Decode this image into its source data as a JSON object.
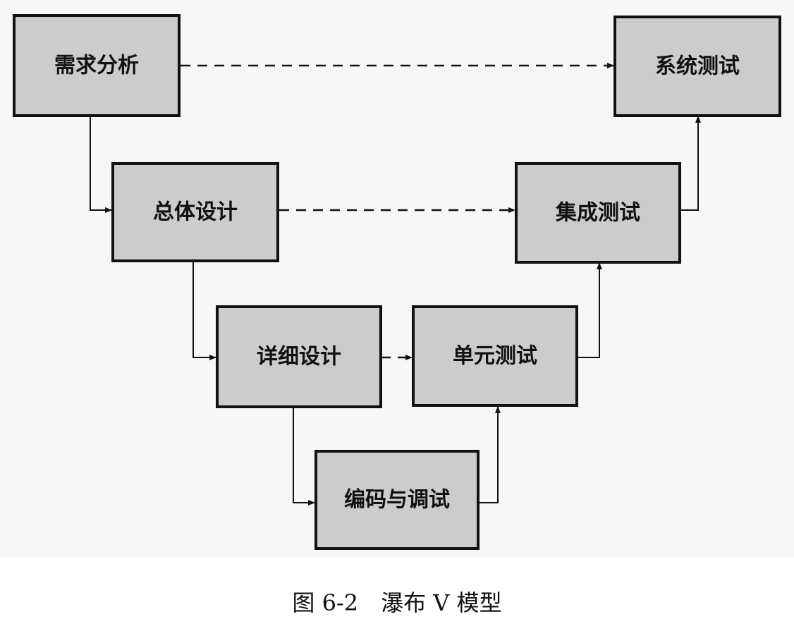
{
  "diagram": {
    "nodes": {
      "req_analysis": "需求分析",
      "sys_test": "系统测试",
      "overall_design": "总体设计",
      "integration_test": "集成测试",
      "detail_design": "详细设计",
      "unit_test": "单元测试",
      "coding": "编码与调试"
    },
    "edges": [
      {
        "from": "req_analysis",
        "to": "overall_design",
        "style": "solid"
      },
      {
        "from": "overall_design",
        "to": "detail_design",
        "style": "solid"
      },
      {
        "from": "detail_design",
        "to": "coding",
        "style": "solid"
      },
      {
        "from": "coding",
        "to": "unit_test",
        "style": "solid"
      },
      {
        "from": "unit_test",
        "to": "integration_test",
        "style": "solid"
      },
      {
        "from": "integration_test",
        "to": "sys_test",
        "style": "solid"
      },
      {
        "from": "req_analysis",
        "to": "sys_test",
        "style": "dashed"
      },
      {
        "from": "overall_design",
        "to": "integration_test",
        "style": "dashed"
      },
      {
        "from": "detail_design",
        "to": "unit_test",
        "style": "dashed"
      }
    ],
    "caption": "图 6-2　瀑布 V 模型",
    "colors": {
      "box_fill": "#cccccc",
      "stroke": "#111111",
      "background": "#f7f7f7"
    }
  }
}
